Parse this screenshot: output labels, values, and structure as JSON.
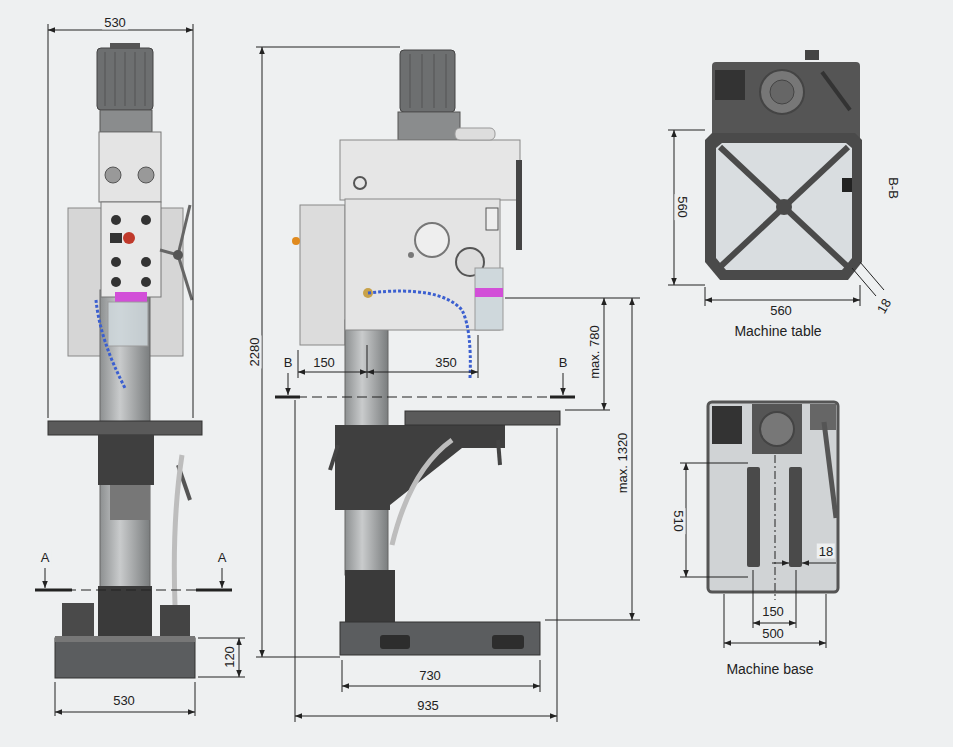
{
  "diagram": {
    "labels": [
      "530",
      "120",
      "530",
      "A",
      "A",
      "2280",
      "150",
      "350",
      "B",
      "B",
      "max. 780",
      "max. 1320",
      "730",
      "935",
      "560",
      "B-B",
      "560",
      "18",
      "Machine table",
      "510",
      "18",
      "150",
      "500",
      "Machine base"
    ]
  }
}
